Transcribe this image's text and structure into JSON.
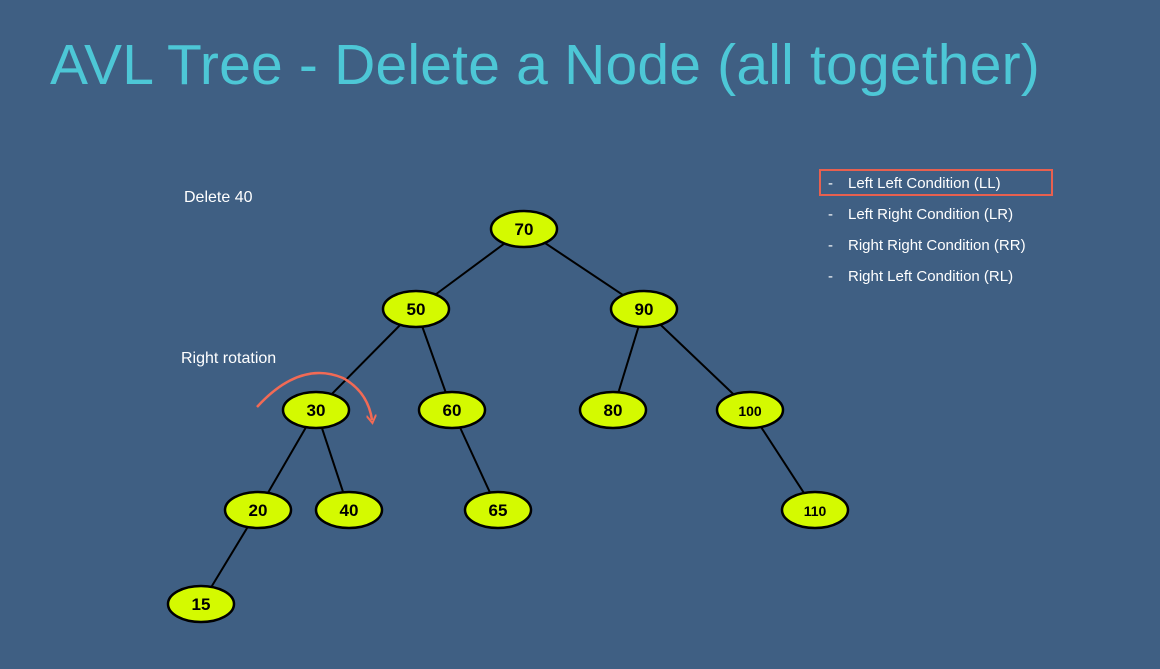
{
  "slide": {
    "title": "AVL Tree - Delete a Node (all together)",
    "delete_label": "Delete 40",
    "rotation_label": "Right rotation"
  },
  "conditions": [
    {
      "dash": "-",
      "label": "Left Left Condition (LL)",
      "highlighted": true
    },
    {
      "dash": "-",
      "label": "Left Right Condition (LR)",
      "highlighted": false
    },
    {
      "dash": "-",
      "label": "Right Right Condition (RR)",
      "highlighted": false
    },
    {
      "dash": "-",
      "label": "Right Left Condition (RL)",
      "highlighted": false
    }
  ],
  "tree": {
    "nodes": [
      {
        "id": "70",
        "label": "70"
      },
      {
        "id": "50",
        "label": "50"
      },
      {
        "id": "90",
        "label": "90"
      },
      {
        "id": "30",
        "label": "30"
      },
      {
        "id": "60",
        "label": "60"
      },
      {
        "id": "80",
        "label": "80"
      },
      {
        "id": "100",
        "label": "100"
      },
      {
        "id": "20",
        "label": "20"
      },
      {
        "id": "40",
        "label": "40"
      },
      {
        "id": "65",
        "label": "65"
      },
      {
        "id": "110",
        "label": "110"
      },
      {
        "id": "15",
        "label": "15"
      }
    ],
    "edges": [
      [
        "70",
        "50"
      ],
      [
        "70",
        "90"
      ],
      [
        "50",
        "30"
      ],
      [
        "50",
        "60"
      ],
      [
        "90",
        "80"
      ],
      [
        "90",
        "100"
      ],
      [
        "30",
        "20"
      ],
      [
        "30",
        "40"
      ],
      [
        "60",
        "65"
      ],
      [
        "100",
        "110"
      ],
      [
        "20",
        "15"
      ]
    ]
  },
  "colors": {
    "background": "#3f5f83",
    "title": "#4dc7d6",
    "node_fill": "#d4fa00",
    "node_stroke": "#000000",
    "highlight": "#e8604f",
    "rotation_arrow": "#f26a55"
  }
}
